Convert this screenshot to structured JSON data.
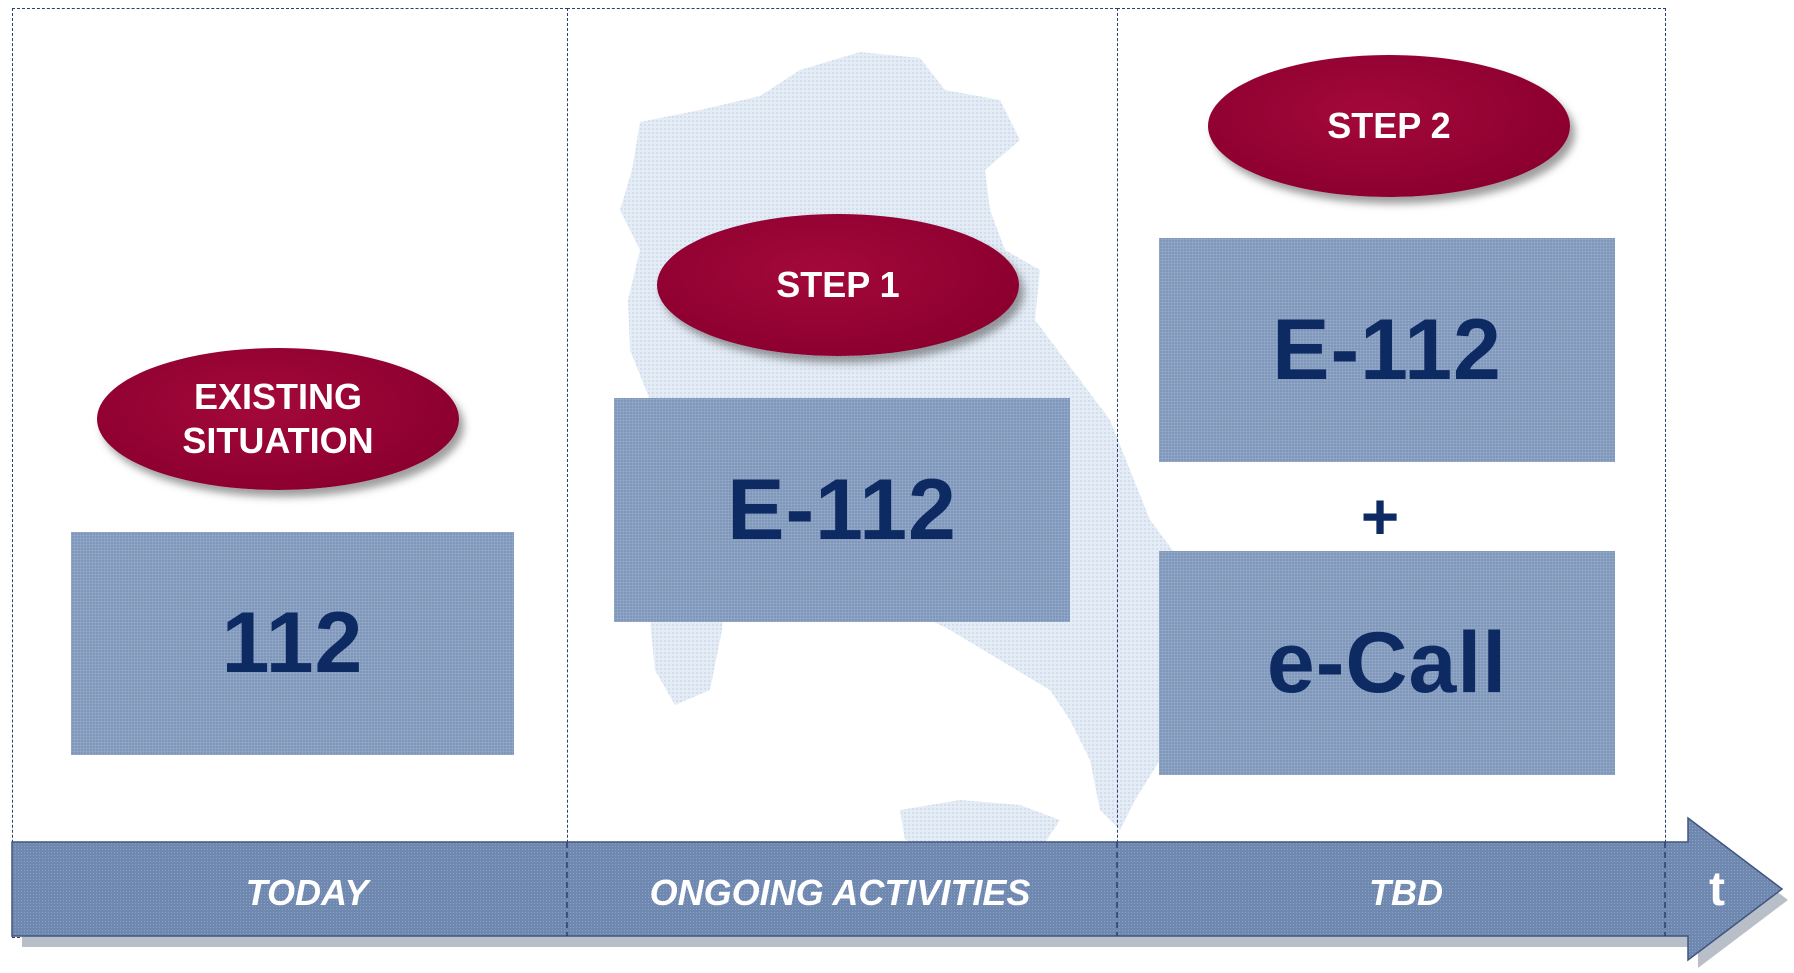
{
  "phases": {
    "today": {
      "ellipse_lines": [
        "EXISTING",
        "SITUATION"
      ],
      "box": "112",
      "timeline_label": "TODAY"
    },
    "ongoing": {
      "ellipse": "STEP 1",
      "box": "E-112",
      "timeline_label": "ONGOING ACTIVITIES"
    },
    "tbd": {
      "ellipse": "STEP 2",
      "box_top": "E-112",
      "plus": "+",
      "box_bottom": "e-Call",
      "timeline_label": "TBD"
    }
  },
  "timeline_axis": "t",
  "colors": {
    "ellipse": "#8d0030",
    "box": "#7f97bb",
    "box_text": "#0e2a63",
    "arrow": "#6f88b0",
    "map": "#dfe8f3",
    "frame": "#2c3f72"
  }
}
